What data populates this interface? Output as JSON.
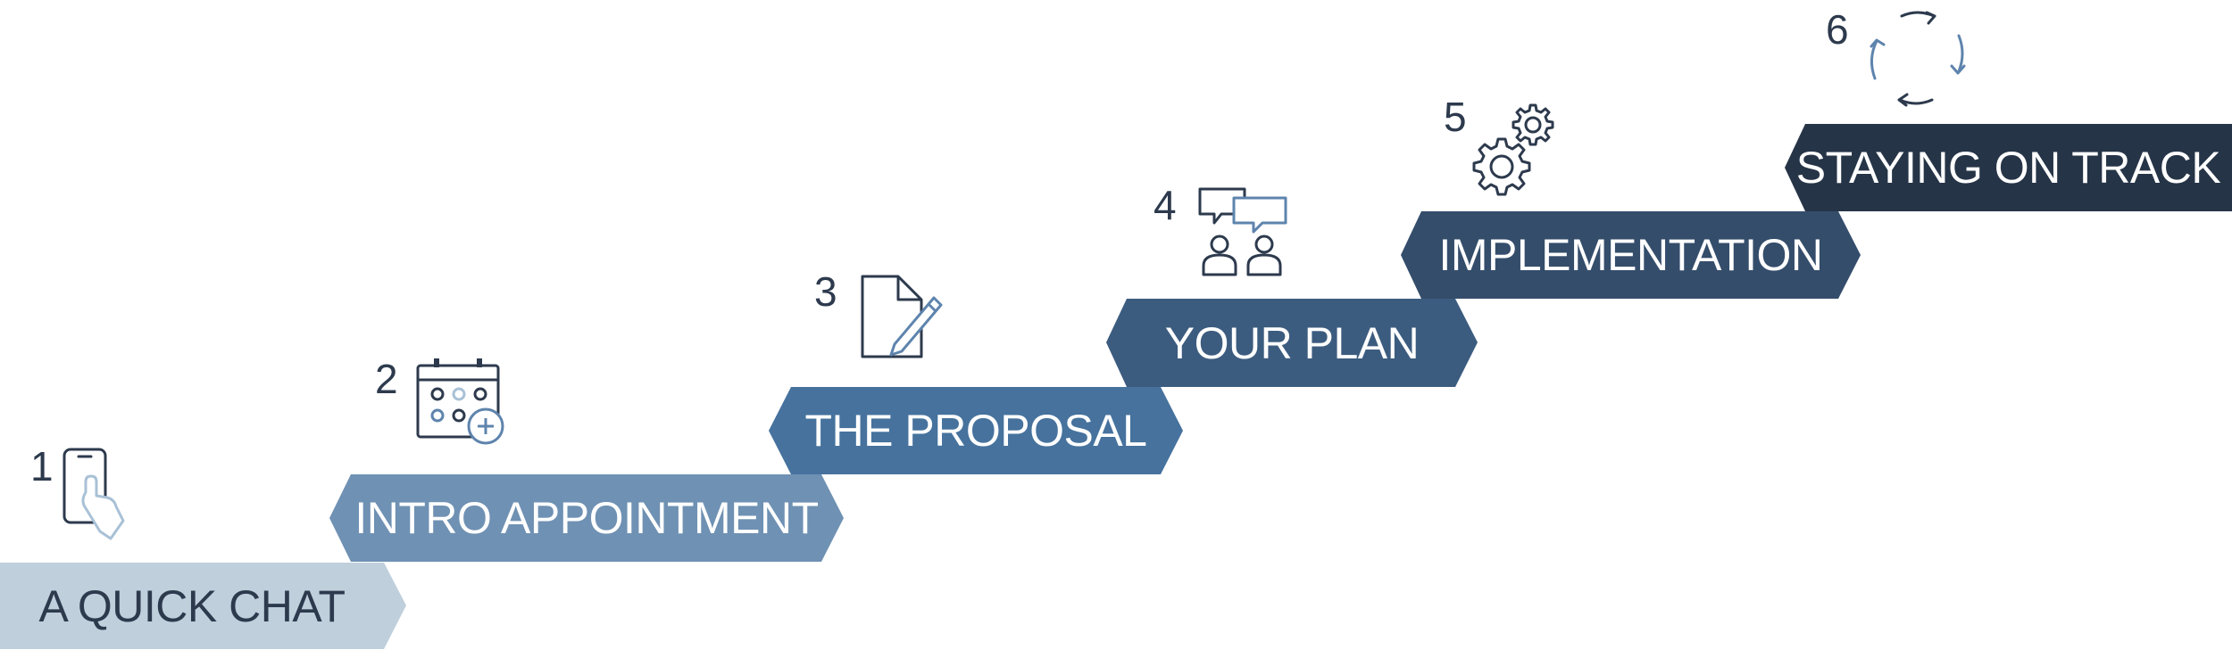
{
  "steps": [
    {
      "number": "1",
      "label": "A QUICK CHAT",
      "icon": "phone-hand-icon",
      "fill": "#bfcfdc",
      "text_color": "#2d3a4d"
    },
    {
      "number": "2",
      "label": "INTRO APPOINTMENT",
      "icon": "calendar-icon",
      "fill": "#6f91b3",
      "text_color": "#ffffff"
    },
    {
      "number": "3",
      "label": "THE PROPOSAL",
      "icon": "document-pencil-icon",
      "fill": "#46729d",
      "text_color": "#ffffff"
    },
    {
      "number": "4",
      "label": "YOUR PLAN",
      "icon": "people-chat-icon",
      "fill": "#3c5c7f",
      "text_color": "#ffffff"
    },
    {
      "number": "5",
      "label": "IMPLEMENTATION",
      "icon": "gears-icon",
      "fill": "#344d6b",
      "text_color": "#ffffff"
    },
    {
      "number": "6",
      "label": "STAYING ON TRACK",
      "icon": "refresh-cycle-icon",
      "fill": "#263447",
      "text_color": "#ffffff"
    }
  ],
  "colors": {
    "ink": "#2d3a4d",
    "accent_light": "#a9c1d6",
    "accent_mid": "#5e84ad"
  }
}
